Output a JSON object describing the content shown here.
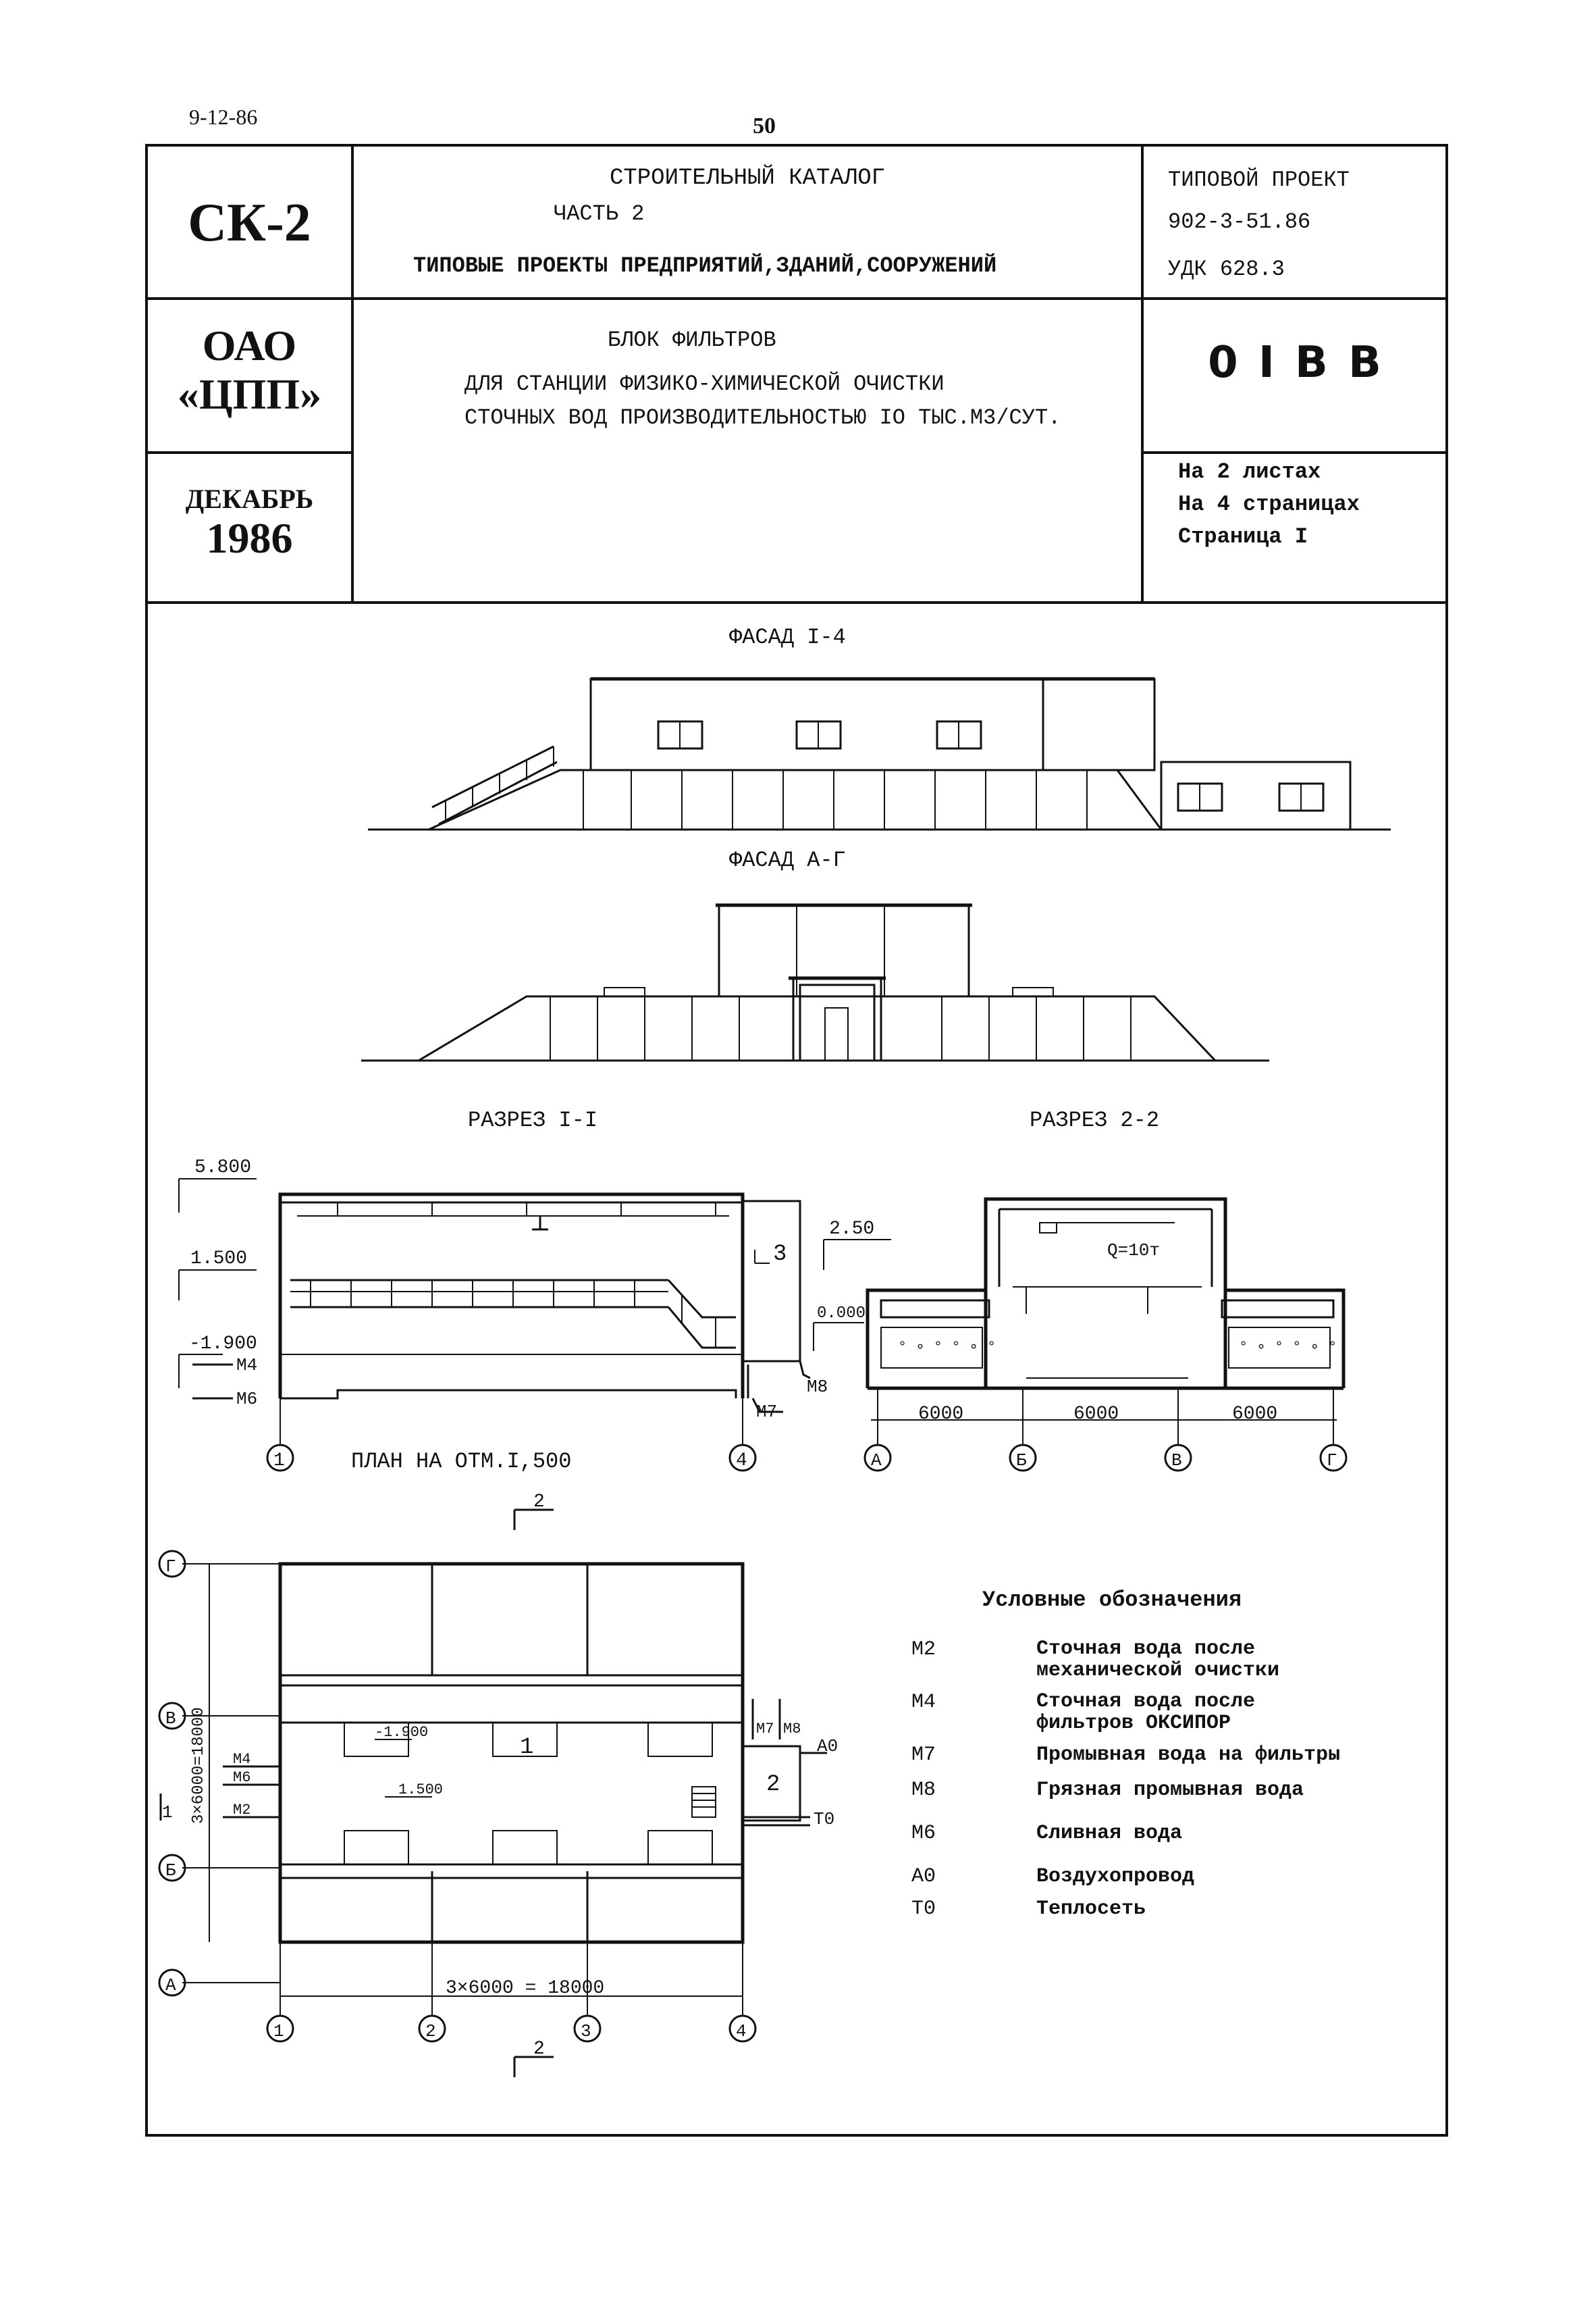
{
  "header": {
    "date": "9-12-86",
    "page_number": "50"
  },
  "title_block": {
    "series": "СК-2",
    "org_line1": "ОАО",
    "org_line2": "«ЦПП»",
    "month": "ДЕКАБРЬ",
    "year": "1986",
    "catalog_title": "СТРОИТЕЛЬНЫЙ КАТАЛОГ",
    "catalog_part": "ЧАСТЬ 2",
    "catalog_subtitle": "ТИПОВЫЕ ПРОЕКТЫ ПРЕДПРИЯТИЙ,ЗДАНИЙ,СООРУЖЕНИЙ",
    "project_label": "ТИПОВОЙ ПРОЕКТ",
    "project_number": "902-3-51.86",
    "udk": "УДК 628.3",
    "object_title": "БЛОК ФИЛЬТРОВ",
    "object_desc_line1": "ДЛЯ СТАНЦИИ ФИЗИКО-ХИМИЧЕСКОЙ ОЧИСТКИ",
    "object_desc_line2": "СТОЧНЫХ ВОД ПРОИЗВОДИТЕЛЬНОСТЬЮ IO ТЫС.М3/СУТ.",
    "code": "0 I B B",
    "sheets": "На 2 листах",
    "pages": "На 4 страницах",
    "page": "Страница I"
  },
  "drawings": {
    "facade1_title": "ФАСАД I-4",
    "facade2_title": "ФАСАД А-Г",
    "section1_title": "РАЗРЕЗ I-I",
    "section2_title": "РАЗРЕЗ 2-2",
    "plan_title": "ПЛАН НА ОТМ.I,500",
    "section1_marks": {
      "elev_top": "5.800",
      "elev_mid": "1.500",
      "elev_low": "-1.900",
      "m4": "M4",
      "m6": "M6",
      "m7": "M7",
      "m8": "M8",
      "room3": "3",
      "axis_left": "1",
      "axis_right": "4"
    },
    "section2_marks": {
      "elev_top": "2.50",
      "elev_zero": "0.000",
      "crane": "Q=10т",
      "dim1": "6000",
      "dim2": "6000",
      "dim3": "6000",
      "axes": [
        "А",
        "Б",
        "В",
        "Г"
      ]
    },
    "plan_marks": {
      "cut_mark_top": "2",
      "cut_mark_bottom": "2",
      "room1": "1",
      "room2": "2",
      "elev_a": "-1.900",
      "elev_b": "1.500",
      "vertical_dim": "3×6000=18000",
      "horizontal_dim": "3×6000 = 18000",
      "row_axes": [
        "Г",
        "В",
        "Б",
        "А"
      ],
      "col_axes": [
        "1",
        "2",
        "3",
        "4"
      ],
      "pipes_left": [
        "M4",
        "M6",
        "M2"
      ],
      "pipes_right_top": [
        "M7",
        "M8"
      ],
      "ao": "A0",
      "to": "T0",
      "section_mark": "1"
    }
  },
  "legend": {
    "title": "Условные обозначения",
    "items": [
      {
        "code": "M2",
        "text": "Сточная вода после",
        "text2": "механической очистки"
      },
      {
        "code": "M4",
        "text": "Сточная вода после",
        "text2": "фильтров ОКСИПОР"
      },
      {
        "code": "M7",
        "text": "Промывная вода на фильтры",
        "text2": ""
      },
      {
        "code": "M8",
        "text": "Грязная промывная вода",
        "text2": ""
      },
      {
        "code": "M6",
        "text": "Сливная вода",
        "text2": ""
      },
      {
        "code": "A0",
        "text": "Воздухопровод",
        "text2": ""
      },
      {
        "code": "T0",
        "text": "Теплосеть",
        "text2": ""
      }
    ]
  }
}
